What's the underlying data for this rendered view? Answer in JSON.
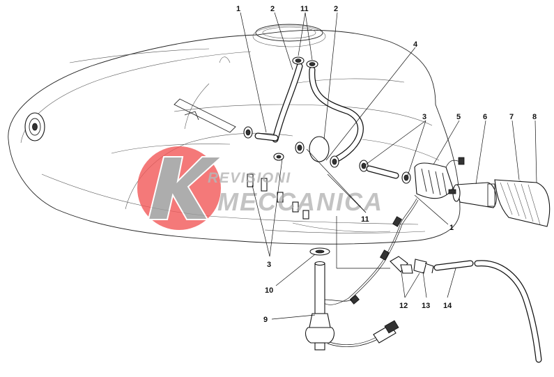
{
  "watermark": {
    "line1": "REVISIONI",
    "line2": "MECCANICA",
    "color_red": "#f25c5c",
    "color_grey": "#a8a8a8"
  },
  "callouts": {
    "c1a": "1",
    "c1b": "1",
    "c2a": "2",
    "c2b": "2",
    "c3a": "3",
    "c3b": "3",
    "c4": "4",
    "c5": "5",
    "c6": "6",
    "c7": "7",
    "c8": "8",
    "c9": "9",
    "c10": "10",
    "c11a": "11",
    "c11b": "11",
    "c12": "12",
    "c13": "13",
    "c14": "14"
  }
}
